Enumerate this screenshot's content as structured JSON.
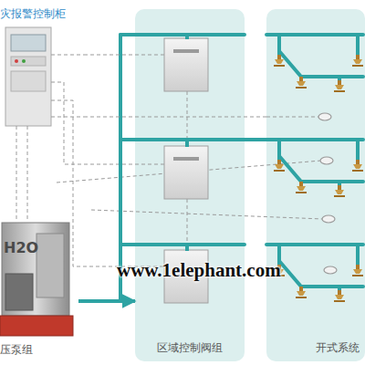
{
  "diagram": {
    "nodes": [
      {
        "text": [
          "灾报警控制柜"
        ]
      },
      {
        "text": [
          "压泵组"
        ]
      },
      {
        "text": [
          "区域控制阀组"
        ]
      },
      {
        "text": [
          "开式系统"
        ]
      }
    ],
    "edges": [
      {
        "from": 0,
        "to": 2,
        "arrow": "none"
      },
      {
        "from": 0,
        "to": 3,
        "arrow": "none"
      },
      {
        "from": 1,
        "to": 2,
        "arrow": "to"
      },
      {
        "from": 2,
        "to": 3,
        "arrow": "none"
      }
    ],
    "labels": [
      "H2O",
      "www.1elephant.com"
    ]
  }
}
